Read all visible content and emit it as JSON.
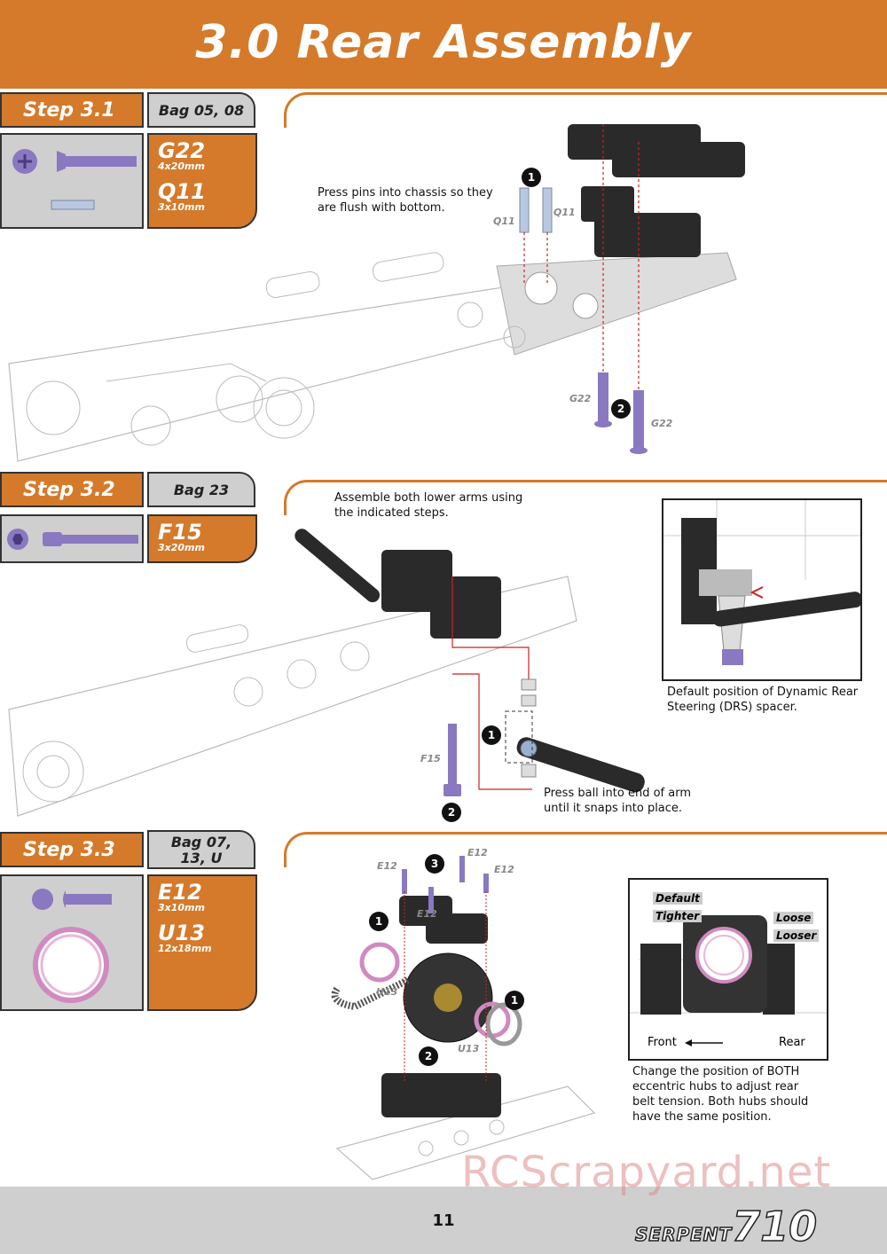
{
  "title": "3.0 Rear Assembly",
  "steps": [
    {
      "label": "Step 3.1",
      "bag": "Bag 05, 08",
      "parts": [
        {
          "code": "G22",
          "size": "4x20mm",
          "icon": "flat-head-screw-icon"
        },
        {
          "code": "Q11",
          "size": "3x10mm",
          "icon": "pin-icon"
        }
      ],
      "notes": [
        "Press pins into chassis so they",
        "are flush with bottom."
      ],
      "callouts": [
        "Q11",
        "Q11",
        "G22",
        "G22"
      ],
      "step_numbers": [
        "1",
        "2"
      ]
    },
    {
      "label": "Step 3.2",
      "bag": "Bag 23",
      "parts": [
        {
          "code": "F15",
          "size": "3x20mm",
          "icon": "cap-screw-icon"
        }
      ],
      "notes": [
        "Assemble both lower arms using",
        "the indicated steps."
      ],
      "ball_note": [
        "Press ball into end of arm",
        "until it snaps into place."
      ],
      "inset_caption": [
        "Default position of Dynamic Rear",
        "Steering (DRS) spacer."
      ],
      "callouts": [
        "F15"
      ],
      "step_numbers": [
        "1",
        "2"
      ]
    },
    {
      "label": "Step 3.3",
      "bag_line1": "Bag 07,",
      "bag_line2": "13, U",
      "parts": [
        {
          "code": "E12",
          "size": "3x10mm",
          "icon": "button-head-screw-icon"
        },
        {
          "code": "U13",
          "size": "12x18mm",
          "icon": "bearing-icon"
        }
      ],
      "inset": {
        "default": "Default",
        "tighter": "Tighter",
        "loose": "Loose",
        "looser": "Looser",
        "front": "Front",
        "rear": "Rear"
      },
      "inset_caption": [
        "Change the position of BOTH",
        "eccentric hubs to adjust rear",
        "belt tension. Both hubs should",
        "have the same position."
      ],
      "callouts": [
        "E12",
        "E12",
        "E12",
        "E12",
        "U13",
        "U13"
      ],
      "step_numbers": [
        "3",
        "1",
        "1",
        "2"
      ]
    }
  ],
  "footer": {
    "page": "11",
    "brand_word": "SERPENT",
    "brand_model": "710"
  },
  "watermark": "RCScrapyard.net",
  "colors": {
    "accent": "#d47a2a",
    "panel": "#cfcfcf",
    "part": "#8a78c0",
    "arrow": "#cc2222"
  }
}
